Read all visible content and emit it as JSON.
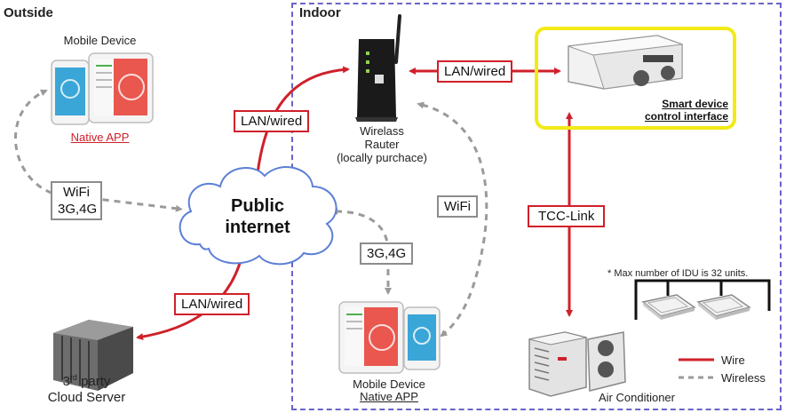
{
  "zones": {
    "outside": "Outside",
    "indoor": "Indoor"
  },
  "mobile_outside": {
    "title": "Mobile Device",
    "app": "Native APP"
  },
  "router": {
    "line1": "Wirelass",
    "line2": "Rauter",
    "line3": "(locally purchace)"
  },
  "smart_device": {
    "line1": "Smart device",
    "line2": "control interface"
  },
  "cloud": {
    "line1": "Public",
    "line2": "internet"
  },
  "server": {
    "sup": "rd",
    "line1_pre": "3",
    "line1_post": " party",
    "line2": "Cloud Server"
  },
  "mobile_indoor": {
    "title": "Mobile Device",
    "app": "Native APP"
  },
  "air_conditioner": {
    "label": "Air Conditioner"
  },
  "note": "* Max number of IDU is 32 units.",
  "labels": {
    "lan_router_smart": "LAN/wired",
    "lan_cloud_router": "LAN/wired",
    "lan_cloud_server": "LAN/wired",
    "wifi_3g_line1": "WiFi",
    "wifi_3g_line2": "3G,4G",
    "wifi_indoor": "WiFi",
    "g34_indoor": "3G,4G",
    "tcc": "TCC-Link"
  },
  "legend": {
    "wire": "Wire",
    "wireless": "Wireless"
  },
  "colors": {
    "wire": "#d0202a",
    "wireless": "#9a9a9a",
    "indoor_border": "#6a63c9",
    "highlight": "#f2ea17"
  }
}
